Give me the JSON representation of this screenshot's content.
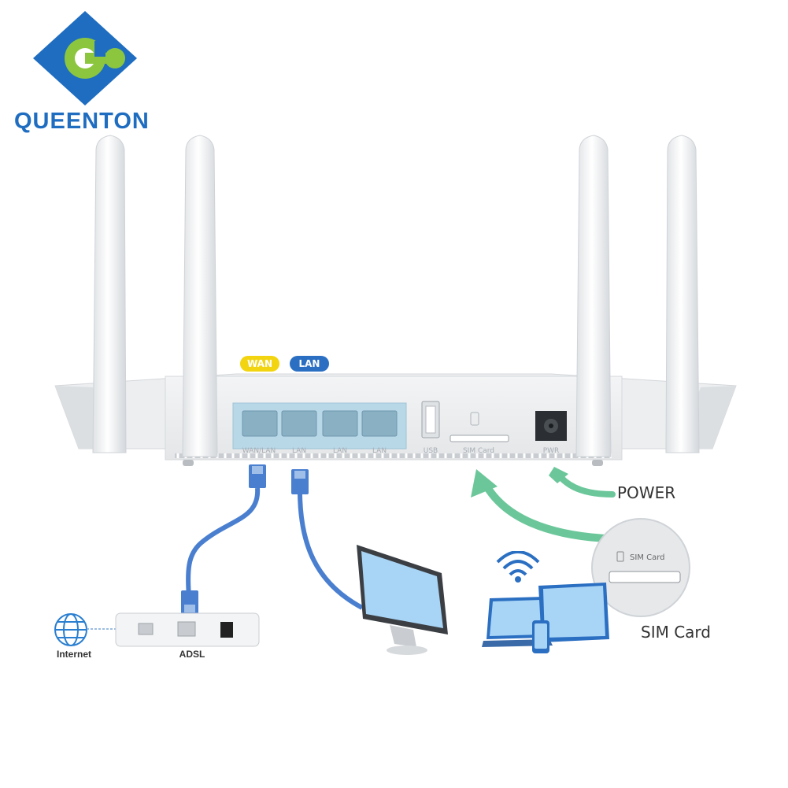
{
  "brand": {
    "name": "QUEENTON",
    "colors": {
      "primary": "#1f6dc0",
      "accent": "#8cc63f"
    }
  },
  "port_tags": {
    "wan": "WAN",
    "lan": "LAN"
  },
  "port_labels": [
    "WAN/LAN",
    "LAN",
    "LAN",
    "LAN",
    "USB",
    "SIM Card",
    "PWR"
  ],
  "callouts": {
    "power": "POWER",
    "sim_card": "SIM Card"
  },
  "sim_zoom_label": "SIM Card",
  "devices": {
    "internet": "Internet",
    "adsl": "ADSL"
  },
  "colors": {
    "wan_tag": "#f2d410",
    "lan_tag": "#2b6fc2",
    "cable": "#4a7fd0",
    "arrow": "#6bc79a",
    "screen": "#a8d4f5",
    "port_panel": "#b8d8e8"
  }
}
